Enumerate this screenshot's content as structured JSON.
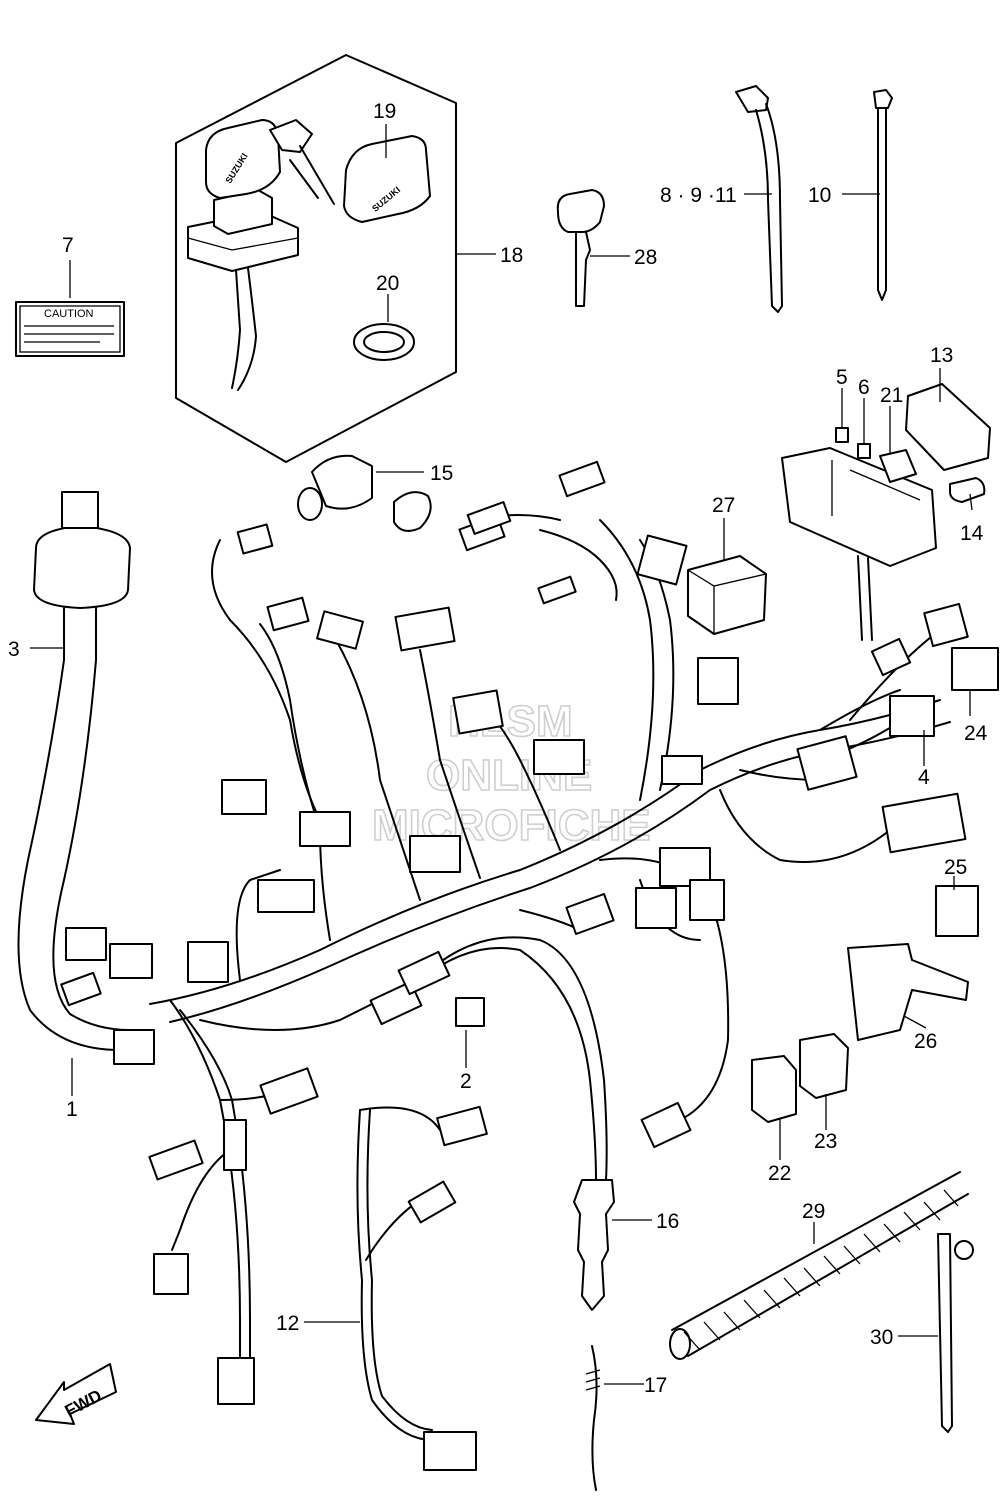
{
  "diagram": {
    "callouts": [
      {
        "id": "c1",
        "label": "1"
      },
      {
        "id": "c2",
        "label": "2"
      },
      {
        "id": "c3",
        "label": "3"
      },
      {
        "id": "c4",
        "label": "4"
      },
      {
        "id": "c5",
        "label": "5"
      },
      {
        "id": "c6",
        "label": "6"
      },
      {
        "id": "c7",
        "label": "7"
      },
      {
        "id": "c8",
        "label": "8 · 9 ·11"
      },
      {
        "id": "c10",
        "label": "10"
      },
      {
        "id": "c12",
        "label": "12"
      },
      {
        "id": "c13",
        "label": "13"
      },
      {
        "id": "c14",
        "label": "14"
      },
      {
        "id": "c15",
        "label": "15"
      },
      {
        "id": "c16",
        "label": "16"
      },
      {
        "id": "c17",
        "label": "17"
      },
      {
        "id": "c18",
        "label": "18"
      },
      {
        "id": "c19",
        "label": "19"
      },
      {
        "id": "c20",
        "label": "20"
      },
      {
        "id": "c21",
        "label": "21"
      },
      {
        "id": "c22",
        "label": "22"
      },
      {
        "id": "c23",
        "label": "23"
      },
      {
        "id": "c24",
        "label": "24"
      },
      {
        "id": "c25",
        "label": "25"
      },
      {
        "id": "c26",
        "label": "26"
      },
      {
        "id": "c27",
        "label": "27"
      },
      {
        "id": "c28",
        "label": "28"
      },
      {
        "id": "c29",
        "label": "29"
      },
      {
        "id": "c30",
        "label": "30"
      }
    ],
    "caution_label": "CAUTION",
    "key_brand": "SUZUKI",
    "direction_arrow": "FWD",
    "watermark": [
      "HLSM",
      "ONLINE",
      "MICROFICHE"
    ],
    "colors": {
      "line": "#000000",
      "background": "#ffffff",
      "watermark": "#cfcfcf"
    }
  }
}
